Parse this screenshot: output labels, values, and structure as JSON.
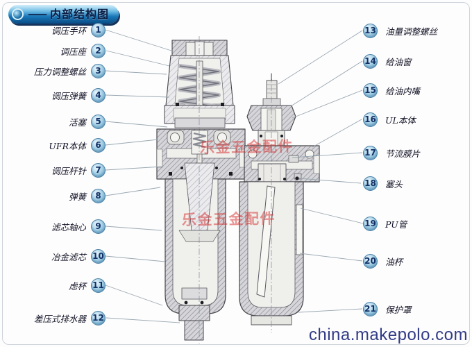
{
  "header": {
    "title": "内部结构图",
    "dash": "——",
    "banner_color": "#1877b8",
    "shadow_color": "#16335c"
  },
  "labels": {
    "left": [
      {
        "num": "1",
        "text": "调压手环"
      },
      {
        "num": "2",
        "text": "调压座"
      },
      {
        "num": "3",
        "text": "压力调整螺丝"
      },
      {
        "num": "4",
        "text": "调压弹簧"
      },
      {
        "num": "5",
        "text": "活塞"
      },
      {
        "num": "6",
        "text": "UFR本体"
      },
      {
        "num": "7",
        "text": "调压杆针"
      },
      {
        "num": "8",
        "text": "弹簧"
      },
      {
        "num": "9",
        "text": "滤芯轴心"
      },
      {
        "num": "10",
        "text": "冶金滤芯"
      },
      {
        "num": "11",
        "text": "虑杯"
      },
      {
        "num": "12",
        "text": "差压式排水器"
      }
    ],
    "right": [
      {
        "num": "13",
        "text": "油量调整螺丝"
      },
      {
        "num": "14",
        "text": "给油窗"
      },
      {
        "num": "15",
        "text": "给油内嘴"
      },
      {
        "num": "16",
        "text": "UL本体"
      },
      {
        "num": "17",
        "text": "节流膜片"
      },
      {
        "num": "18",
        "text": "塞头"
      },
      {
        "num": "19",
        "text": "PU管"
      },
      {
        "num": "20",
        "text": "油杯"
      },
      {
        "num": "21",
        "text": "保护罩"
      }
    ]
  },
  "watermarks": {
    "diagram": "乐金五金配件",
    "site": "china.makepolo.com"
  },
  "badge_color": "#9ccbe3",
  "leader_line_color": "#9aa8b2"
}
